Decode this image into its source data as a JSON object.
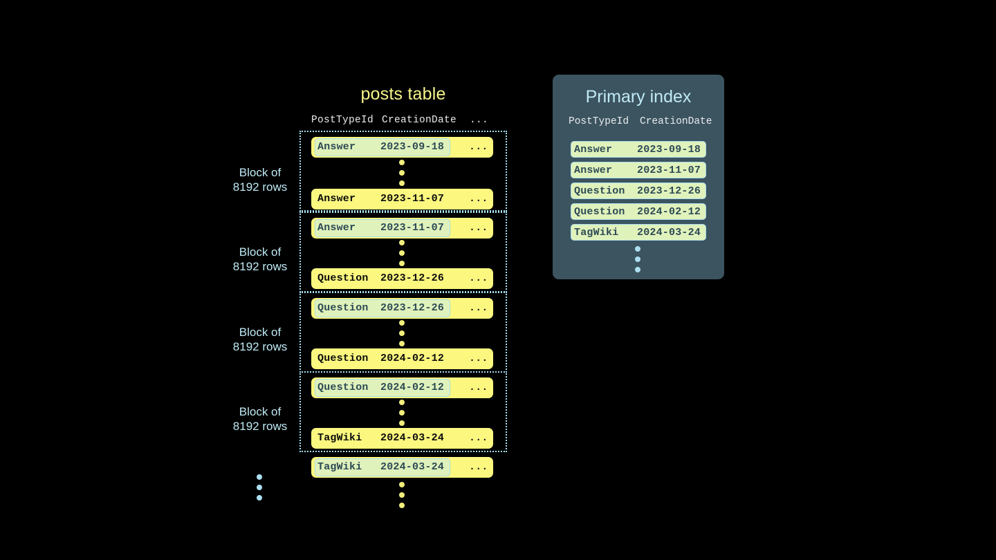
{
  "posts_table": {
    "title": "posts table",
    "columns": [
      "PostTypeId",
      "CreationDate",
      "..."
    ],
    "block_label": "Block of\n8192 rows",
    "block_label_line1": "Block of",
    "block_label_line2": "8192 rows",
    "ellipsis_cell": "...",
    "blocks": [
      {
        "label_line1": "Block of",
        "label_line2": "8192 rows",
        "first_row": {
          "PostTypeId": "Answer",
          "CreationDate": "2023-09-18",
          "rest": "...",
          "highlighted": true
        },
        "last_row": {
          "PostTypeId": "Answer",
          "CreationDate": "2023-11-07",
          "rest": "...",
          "highlighted": false
        }
      },
      {
        "label_line1": "Block of",
        "label_line2": "8192 rows",
        "first_row": {
          "PostTypeId": "Answer",
          "CreationDate": "2023-11-07",
          "rest": "...",
          "highlighted": true
        },
        "last_row": {
          "PostTypeId": "Question",
          "CreationDate": "2023-12-26",
          "rest": "...",
          "highlighted": false
        }
      },
      {
        "label_line1": "Block of",
        "label_line2": "8192 rows",
        "first_row": {
          "PostTypeId": "Question",
          "CreationDate": "2023-12-26",
          "rest": "...",
          "highlighted": true
        },
        "last_row": {
          "PostTypeId": "Question",
          "CreationDate": "2024-02-12",
          "rest": "...",
          "highlighted": false
        }
      },
      {
        "label_line1": "Block of",
        "label_line2": "8192 rows",
        "first_row": {
          "PostTypeId": "Question",
          "CreationDate": "2024-02-12",
          "rest": "...",
          "highlighted": true
        },
        "last_row": {
          "PostTypeId": "TagWiki",
          "CreationDate": "2024-03-24",
          "rest": "...",
          "highlighted": false
        }
      }
    ],
    "trailing_row": {
      "PostTypeId": "TagWiki",
      "CreationDate": "2024-03-24",
      "rest": "...",
      "highlighted": true
    }
  },
  "primary_index": {
    "title": "Primary index",
    "columns": [
      "PostTypeId",
      "CreationDate"
    ],
    "rows": [
      {
        "PostTypeId": "Answer",
        "CreationDate": "2023-09-18"
      },
      {
        "PostTypeId": "Answer",
        "CreationDate": "2023-11-07"
      },
      {
        "PostTypeId": "Question",
        "CreationDate": "2023-12-26"
      },
      {
        "PostTypeId": "Question",
        "CreationDate": "2024-02-12"
      },
      {
        "PostTypeId": "TagWiki",
        "CreationDate": "2024-03-24"
      }
    ]
  },
  "colors": {
    "background": "#000000",
    "row_yellow": "#fbf77f",
    "key_green": "#e0f2bc",
    "key_border_blue": "#a9dced",
    "panel_slate": "#3c5460",
    "accent_light_blue": "#bfeaf5",
    "title_yellow": "#f5f58a",
    "dot_yellow": "#f2ee7c",
    "dot_blue": "#addff0",
    "block_border": "#a9e2f3"
  }
}
